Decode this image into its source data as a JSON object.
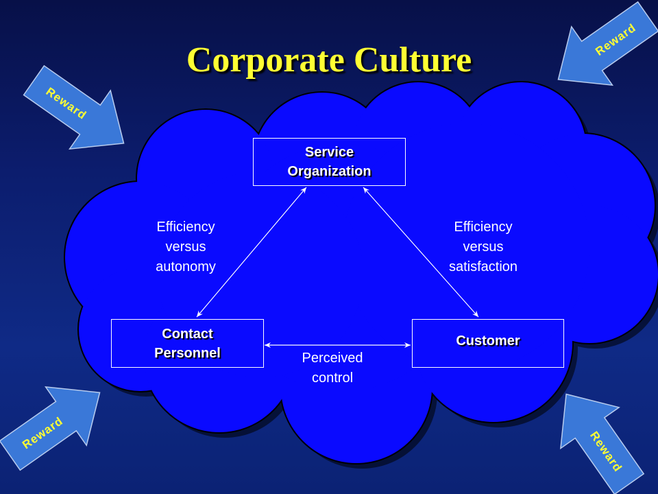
{
  "slide": {
    "title": "Corporate Culture"
  },
  "nodes": {
    "service_organization": "Service\nOrganization",
    "contact_personnel": "Contact\nPersonnel",
    "customer": "Customer"
  },
  "relations": {
    "org_contact": "Efficiency\nversus\nautonomy",
    "org_customer": "Efficiency\nversus\nsatisfaction",
    "contact_customer": "Perceived\ncontrol"
  },
  "rewards": {
    "top_left": "Reward",
    "top_right": "Reward",
    "bottom_left": "Reward",
    "bottom_right": "Reward"
  },
  "colors": {
    "cloud_fill": "#0a0aff",
    "title": "#ffff33",
    "reward_arrow": "#3a78d8",
    "reward_text": "#ffff33"
  }
}
